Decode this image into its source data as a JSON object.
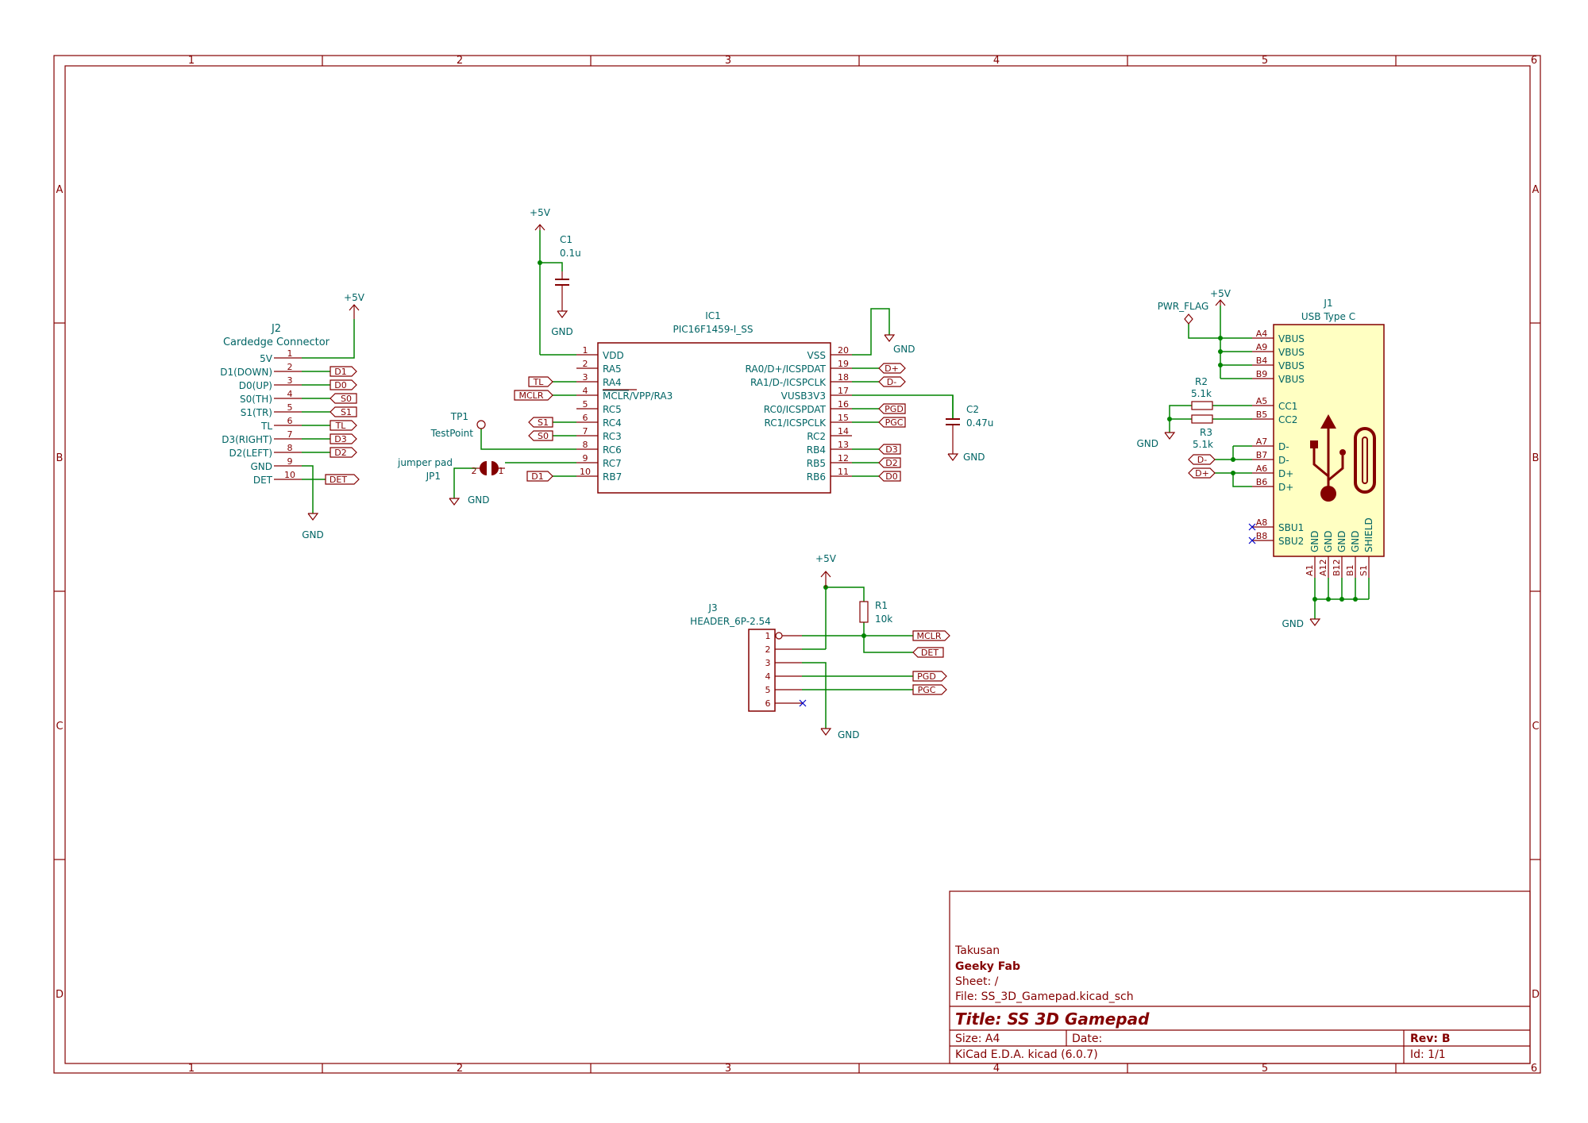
{
  "colors": {
    "frame": "#840000",
    "wire": "#008400",
    "text": "#006464",
    "body_fill": "#ffffc2",
    "nc": "#0000c8",
    "label": "#840000"
  },
  "frame": {
    "columns": [
      "1",
      "2",
      "3",
      "4",
      "5",
      "6"
    ],
    "rows": [
      "A",
      "B",
      "C",
      "D"
    ]
  },
  "power": {
    "p5v": "+5V",
    "gnd": "GND",
    "pwr_flag": "PWR_FLAG"
  },
  "c1": {
    "ref": "C1",
    "value": "0.1u"
  },
  "c2": {
    "ref": "C2",
    "value": "0.47u"
  },
  "r1": {
    "ref": "R1",
    "value": "10k"
  },
  "r2": {
    "ref": "R2",
    "value": "5.1k"
  },
  "r3": {
    "ref": "R3",
    "value": "5.1k"
  },
  "ic1": {
    "ref": "IC1",
    "value": "PIC16F1459-I_SS",
    "left_pins": [
      {
        "num": "1",
        "name": "VDD"
      },
      {
        "num": "2",
        "name": "RA5"
      },
      {
        "num": "3",
        "name": "RA4"
      },
      {
        "num": "4",
        "name": "MCLR/VPP/RA3"
      },
      {
        "num": "5",
        "name": "RC5"
      },
      {
        "num": "6",
        "name": "RC4"
      },
      {
        "num": "7",
        "name": "RC3"
      },
      {
        "num": "8",
        "name": "RC6"
      },
      {
        "num": "9",
        "name": "RC7"
      },
      {
        "num": "10",
        "name": "RB7"
      }
    ],
    "right_pins": [
      {
        "num": "20",
        "name": "VSS"
      },
      {
        "num": "19",
        "name": "RA0/D+/ICSPDAT"
      },
      {
        "num": "18",
        "name": "RA1/D-/ICSPCLK"
      },
      {
        "num": "17",
        "name": "VUSB3V3"
      },
      {
        "num": "16",
        "name": "RC0/ICSPDAT"
      },
      {
        "num": "15",
        "name": "RC1/ICSPCLK"
      },
      {
        "num": "14",
        "name": "RC2"
      },
      {
        "num": "13",
        "name": "RB4"
      },
      {
        "num": "12",
        "name": "RB5"
      },
      {
        "num": "11",
        "name": "RB6"
      }
    ]
  },
  "j2": {
    "ref": "J2",
    "value": "Cardedge Connector",
    "pins": [
      {
        "num": "1",
        "name": "5V"
      },
      {
        "num": "2",
        "name": "D1(DOWN)"
      },
      {
        "num": "3",
        "name": "D0(UP)"
      },
      {
        "num": "4",
        "name": "S0(TH)"
      },
      {
        "num": "5",
        "name": "S1(TR)"
      },
      {
        "num": "6",
        "name": "TL"
      },
      {
        "num": "7",
        "name": "D3(RIGHT)"
      },
      {
        "num": "8",
        "name": "D2(LEFT)"
      },
      {
        "num": "9",
        "name": "GND"
      },
      {
        "num": "10",
        "name": "DET"
      }
    ]
  },
  "j3": {
    "ref": "J3",
    "value": "HEADER_6P-2.54",
    "pins": [
      "1",
      "2",
      "3",
      "4",
      "5",
      "6"
    ]
  },
  "tp1": {
    "ref": "TP1",
    "value": "TestPoint"
  },
  "jp1": {
    "ref": "JP1",
    "value": "jumper pad",
    "pin1": "1",
    "pin2": "2"
  },
  "j1": {
    "ref": "J1",
    "value": "USB Type C",
    "left_pins": [
      {
        "num": "A4",
        "name": "VBUS"
      },
      {
        "num": "A9",
        "name": "VBUS"
      },
      {
        "num": "B4",
        "name": "VBUS"
      },
      {
        "num": "B9",
        "name": "VBUS"
      },
      {
        "num": "A5",
        "name": "CC1"
      },
      {
        "num": "B5",
        "name": "CC2"
      },
      {
        "num": "A7",
        "name": "D-"
      },
      {
        "num": "B7",
        "name": "D-"
      },
      {
        "num": "A6",
        "name": "D+"
      },
      {
        "num": "B6",
        "name": "D+"
      },
      {
        "num": "A8",
        "name": "SBU1"
      },
      {
        "num": "B8",
        "name": "SBU2"
      }
    ],
    "bottom_pins": [
      {
        "num": "A1",
        "name": "GND"
      },
      {
        "num": "A12",
        "name": "GND"
      },
      {
        "num": "B12",
        "name": "GND"
      },
      {
        "num": "B1",
        "name": "GND"
      },
      {
        "num": "S1",
        "name": "SHIELD"
      }
    ]
  },
  "labels": {
    "d1": "D1",
    "d0": "D0",
    "s0": "S0",
    "s1": "S1",
    "tl": "TL",
    "d3": "D3",
    "d2": "D2",
    "det": "DET",
    "mclr": "MCLR",
    "dplus": "D+",
    "dminus": "D-",
    "pgd": "PGD",
    "pgc": "PGC"
  },
  "title_block": {
    "company": "Takusan",
    "brand": "Geeky Fab",
    "sheet": "Sheet: /",
    "file": "File: SS_3D_Gamepad.kicad_sch",
    "title": "Title: SS 3D Gamepad",
    "size": "Size: A4",
    "date": "Date:",
    "rev": "Rev: B",
    "tool": "KiCad E.D.A.  kicad (6.0.7)",
    "id": "Id: 1/1"
  }
}
